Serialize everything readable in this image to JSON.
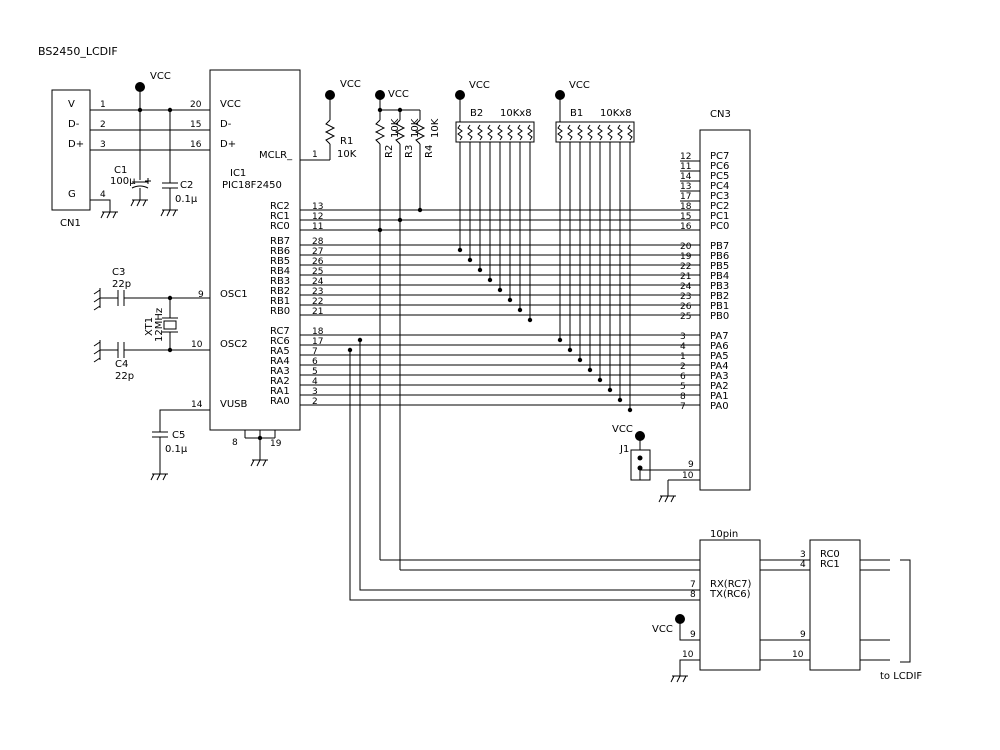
{
  "title": "BS2450_LCDIF",
  "vcc": "VCC",
  "cn1": {
    "ref": "CN1",
    "pins": [
      {
        "name": "V",
        "num": "1"
      },
      {
        "name": "D-",
        "num": "2"
      },
      {
        "name": "D+",
        "num": "3"
      },
      {
        "name": "G",
        "num": "4"
      }
    ]
  },
  "c1": {
    "ref": "C1",
    "value": "100μ"
  },
  "c2": {
    "ref": "C2",
    "value": "0.1μ"
  },
  "c3": {
    "ref": "C3",
    "value": "22p"
  },
  "c4": {
    "ref": "C4",
    "value": "22p"
  },
  "c5": {
    "ref": "C5",
    "value": "0.1μ"
  },
  "xt1": {
    "ref": "XT1",
    "value": "12MHz"
  },
  "r1": {
    "ref": "R1",
    "value": "10K"
  },
  "r_pullups": [
    {
      "ref": "R2",
      "value": "10K"
    },
    {
      "ref": "R3",
      "value": "10K"
    },
    {
      "ref": "R4",
      "value": "10K"
    }
  ],
  "b2": {
    "ref": "B2",
    "value": "10Kx8"
  },
  "b1": {
    "ref": "B1",
    "value": "10Kx8"
  },
  "j1": {
    "ref": "J1"
  },
  "ic1": {
    "ref": "IC1",
    "part": "PIC18F2450",
    "left_pins": [
      {
        "name": "VCC",
        "num": "20"
      },
      {
        "name": "D-",
        "num": "15"
      },
      {
        "name": "D+",
        "num": "16"
      },
      {
        "name": "OSC1",
        "num": "9"
      },
      {
        "name": "OSC2",
        "num": "10"
      },
      {
        "name": "VUSB",
        "num": "14"
      }
    ],
    "mclr": {
      "name": "MCLR_",
      "num": "1"
    },
    "bottom_pins": [
      "8",
      "19"
    ],
    "right_pins": [
      {
        "name": "RC2",
        "num": "13"
      },
      {
        "name": "RC1",
        "num": "12"
      },
      {
        "name": "RC0",
        "num": "11"
      },
      {
        "name": "RB7",
        "num": "28"
      },
      {
        "name": "RB6",
        "num": "27"
      },
      {
        "name": "RB5",
        "num": "26"
      },
      {
        "name": "RB4",
        "num": "25"
      },
      {
        "name": "RB3",
        "num": "24"
      },
      {
        "name": "RB2",
        "num": "23"
      },
      {
        "name": "RB1",
        "num": "22"
      },
      {
        "name": "RB0",
        "num": "21"
      },
      {
        "name": "RC7",
        "num": "18"
      },
      {
        "name": "RC6",
        "num": "17"
      },
      {
        "name": "RA5",
        "num": "7"
      },
      {
        "name": "RA4",
        "num": "6"
      },
      {
        "name": "RA3",
        "num": "5"
      },
      {
        "name": "RA2",
        "num": "4"
      },
      {
        "name": "RA1",
        "num": "3"
      },
      {
        "name": "RA0",
        "num": "2"
      }
    ]
  },
  "cn3": {
    "ref": "CN3",
    "pins": [
      {
        "name": "PC7",
        "num": "12"
      },
      {
        "name": "PC6",
        "num": "11"
      },
      {
        "name": "PC5",
        "num": "14"
      },
      {
        "name": "PC4",
        "num": "13"
      },
      {
        "name": "PC3",
        "num": "17"
      },
      {
        "name": "PC2",
        "num": "18"
      },
      {
        "name": "PC1",
        "num": "15"
      },
      {
        "name": "PC0",
        "num": "16"
      },
      {
        "name": "PB7",
        "num": "20"
      },
      {
        "name": "PB6",
        "num": "19"
      },
      {
        "name": "PB5",
        "num": "22"
      },
      {
        "name": "PB4",
        "num": "21"
      },
      {
        "name": "PB3",
        "num": "24"
      },
      {
        "name": "PB2",
        "num": "23"
      },
      {
        "name": "PB1",
        "num": "26"
      },
      {
        "name": "PB0",
        "num": "25"
      },
      {
        "name": "PA7",
        "num": "3"
      },
      {
        "name": "PA6",
        "num": "4"
      },
      {
        "name": "PA5",
        "num": "1"
      },
      {
        "name": "PA4",
        "num": "2"
      },
      {
        "name": "PA3",
        "num": "6"
      },
      {
        "name": "PA2",
        "num": "5"
      },
      {
        "name": "PA1",
        "num": "8"
      },
      {
        "name": "PA0",
        "num": "7"
      }
    ],
    "lower_pins": [
      "9",
      "10"
    ]
  },
  "tenpin": {
    "title": "10pin",
    "labels": [
      "RX(RC7)",
      "TX(RC6)"
    ],
    "left_nums": [
      "7",
      "8",
      "9",
      "10"
    ],
    "right_nums": [
      "3",
      "4",
      "9",
      "10"
    ]
  },
  "lcd_box": {
    "labels": [
      "RC0",
      "RC1"
    ]
  },
  "to_label": "to LCDIF"
}
